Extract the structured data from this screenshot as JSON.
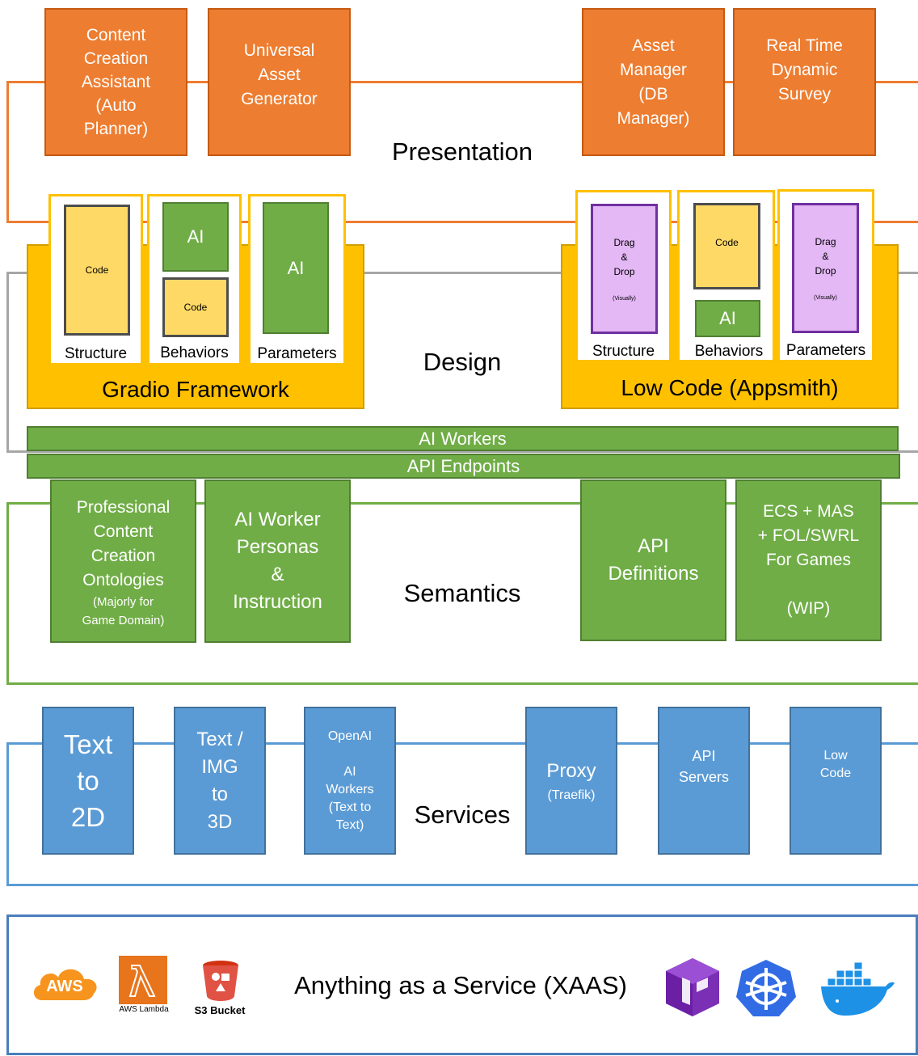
{
  "presentation": {
    "label": "Presentation",
    "boxes": [
      "Content\nCreation\nAssistant\n(Auto\nPlanner)",
      "Universal\nAsset\nGenerator",
      "Asset\nManager\n(DB\nManager)",
      "Real Time\nDynamic\nSurvey"
    ]
  },
  "design": {
    "label": "Design",
    "gradio": {
      "title": "Gradio Framework",
      "structure": {
        "label": "Structure",
        "inner": "Code"
      },
      "behaviors": {
        "label": "Behaviors",
        "ai": "AI",
        "code": "Code"
      },
      "parameters": {
        "label": "Parameters",
        "ai": "AI"
      }
    },
    "lowcode": {
      "title": "Low Code (Appsmith)",
      "structure": {
        "label": "Structure",
        "inner": "Drag\n&\nDrop",
        "note": "(Visually)"
      },
      "behaviors": {
        "label": "Behaviors",
        "code": "Code",
        "ai": "AI"
      },
      "parameters": {
        "label": "Parameters",
        "inner": "Drag\n&\nDrop",
        "note": "(Visually)"
      }
    }
  },
  "bars": {
    "workers": "AI Workers",
    "endpoints": "API Endpoints"
  },
  "semantics": {
    "label": "Semantics",
    "ontologies": "Professional\nContent\nCreation\nOntologies",
    "ontologies_note": "(Majorly for\nGame Domain)",
    "personas": "AI Worker\nPersonas\n&\nInstruction",
    "api_defs": "API\nDefinitions",
    "ecs": "ECS + MAS\n+ FOL/SWRL\nFor Games\n\n(WIP)"
  },
  "services": {
    "label": "Services",
    "text2d": "Text\nto\n2D",
    "text3d": "Text /\nIMG\nto\n3D",
    "openai": "OpenAI\n\nAI\nWorkers\n(Text to\nText)",
    "proxy": "Proxy",
    "proxy_note": "(Traefik)",
    "api_servers": "API\nServers",
    "low_code": "Low\nCode"
  },
  "xaas": {
    "label": "Anything as a Service (XAAS)",
    "aws": "AWS",
    "lambda_caption": "AWS Lambda",
    "s3_caption": "S3 Bucket"
  },
  "colors": {
    "orange": "#ed7d31",
    "green": "#70ad47",
    "blue": "#5b9bd5",
    "yellow": "#ffc000",
    "gray": "#a6a6a6"
  }
}
